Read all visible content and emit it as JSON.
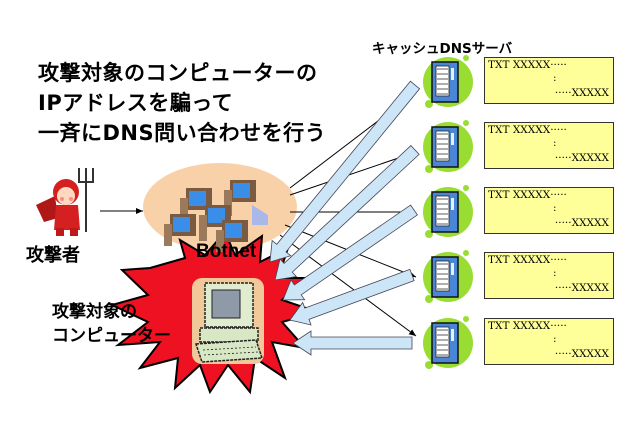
{
  "headline": {
    "lines": [
      "攻撃対象のコンピューターの",
      "IPアドレスを騙って",
      "一斉にDNS問い合わせを行う"
    ]
  },
  "cache_servers": {
    "title": "キャッシュDNSサーバ",
    "count": 5,
    "records": [
      {
        "line1": "TXT XXXXX·····",
        "line2": ":",
        "line3": "·····XXXXX"
      },
      {
        "line1": "TXT XXXXX·····",
        "line2": ":",
        "line3": "·····XXXXX"
      },
      {
        "line1": "TXT XXXXX·····",
        "line2": ":",
        "line3": "·····XXXXX"
      },
      {
        "line1": "TXT XXXXX·····",
        "line2": ":",
        "line3": "·····XXXXX"
      },
      {
        "line1": "TXT XXXXX·····",
        "line2": ":",
        "line3": "·····XXXXX"
      }
    ]
  },
  "attacker": {
    "label": "攻撃者",
    "icon": "devil-icon"
  },
  "botnet": {
    "label": "Botnet",
    "icon": "computer-cluster-icon"
  },
  "target": {
    "label_lines": [
      "攻撃対象の",
      "コンピューター"
    ],
    "icon": "computer-icon"
  },
  "colors": {
    "txt_box_fill": "#ffff99",
    "server_bubble": "#99dd33",
    "server_body": "#4a86d8",
    "botnet_ellipse": "#f7c99a",
    "starburst": "#ee1122",
    "response_arrow": "#cce6f8",
    "query_arrow": "#000000"
  }
}
